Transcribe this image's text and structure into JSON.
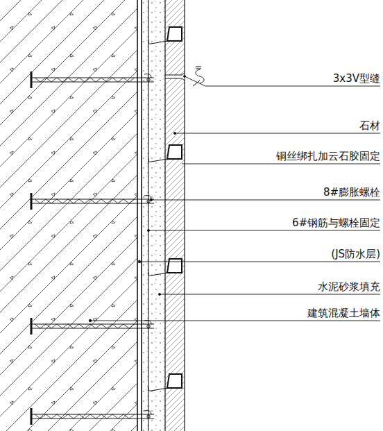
{
  "diagram": {
    "labels": [
      "3x3V型缝",
      "石材",
      "铜丝绑扎加云石胶固定",
      "8#膨胀螺栓",
      "6#钢筋与螺栓固定",
      "(JS防水层)",
      "水泥砂浆填充",
      "建筑混凝土墙体"
    ]
  }
}
